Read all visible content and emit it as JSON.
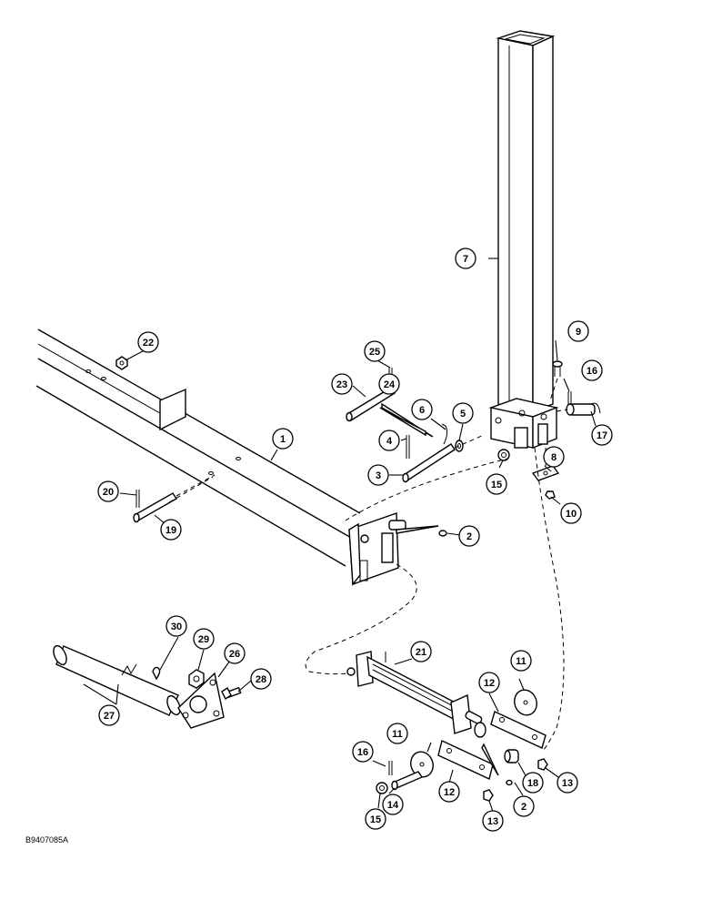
{
  "figure_id": "B9407085A",
  "callouts": [
    "1",
    "2",
    "3",
    "4",
    "5",
    "6",
    "7",
    "8",
    "9",
    "10",
    "11",
    "12",
    "13",
    "14",
    "15",
    "16",
    "17",
    "18",
    "19",
    "20",
    "21",
    "22",
    "23",
    "24",
    "25",
    "26",
    "27",
    "28",
    "29",
    "30"
  ]
}
